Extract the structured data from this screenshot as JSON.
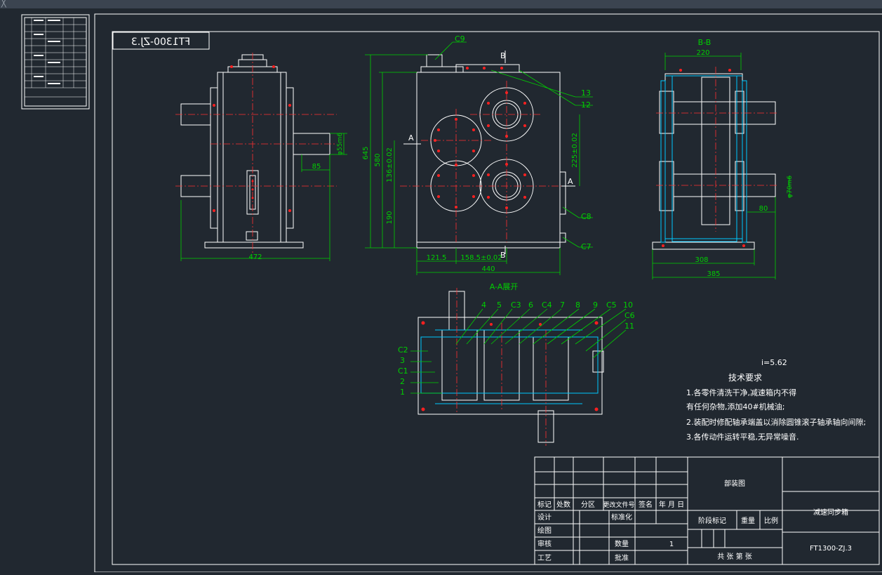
{
  "window": {
    "close_glyph": "╳"
  },
  "drawing": {
    "title_block_code_stamp": "FT1300-ZJ.3",
    "section_bb": "B-B",
    "section_aa": "A-A展开",
    "cut_label_a": "A",
    "cut_label_b": "B",
    "ratio": "i=5.62",
    "callouts": {
      "c9": "C9",
      "n13": "13",
      "n12": "12",
      "c8": "C8",
      "c7": "C7",
      "n4": "4",
      "n5": "5",
      "c3": "C3",
      "n6": "6",
      "c4": "C4",
      "n7": "7",
      "n8": "8",
      "n9": "9",
      "c5": "C5",
      "n10": "10",
      "c6": "C6",
      "n11": "11",
      "c2": "C2",
      "n3": "3",
      "c1": "C1",
      "n2": "2",
      "n1": "1"
    },
    "dimensions": {
      "d472": "472",
      "d85": "85",
      "d_shaft_left": "φ55m6",
      "d645": "645",
      "d580": "580",
      "d136": "136±0.02",
      "d190": "190",
      "d225": "225±0.02",
      "d121": "121.5",
      "d158": "158.5±0.02",
      "d440": "440",
      "d220": "220",
      "d_shaft_right": "φ70m6",
      "d80": "80",
      "d308": "308",
      "d385": "385"
    },
    "tech_requirements": {
      "heading": "技术要求",
      "lines": [
        "1.各零件清洗干净,减速箱内不得",
        "有任何杂物,添加40#机械油;",
        "2.装配时修配轴承端盖以消除圆锥滚子轴承轴向间隙;",
        "3.各传动件运转平稳,无异常噪音."
      ]
    },
    "title_block": {
      "h_mark": "标记",
      "h_count": "处数",
      "h_zone": "分区",
      "h_doc": "更改文件号",
      "h_sign": "签名",
      "h_date": "年 月 日",
      "r_design": "设计",
      "r_std": "标准化",
      "r_draw": "绘图",
      "r_check": "审核",
      "r_qty": "数量",
      "qty_value": "1",
      "r_craft": "工艺",
      "r_approve": "批准",
      "stage": "阶段标记",
      "weight": "重量",
      "scale": "比例",
      "sheet": "共  张 第  张",
      "drawing_name": "部装图",
      "part_name": "减速同步箱",
      "drawing_code": "FT1300-ZJ.3"
    }
  }
}
